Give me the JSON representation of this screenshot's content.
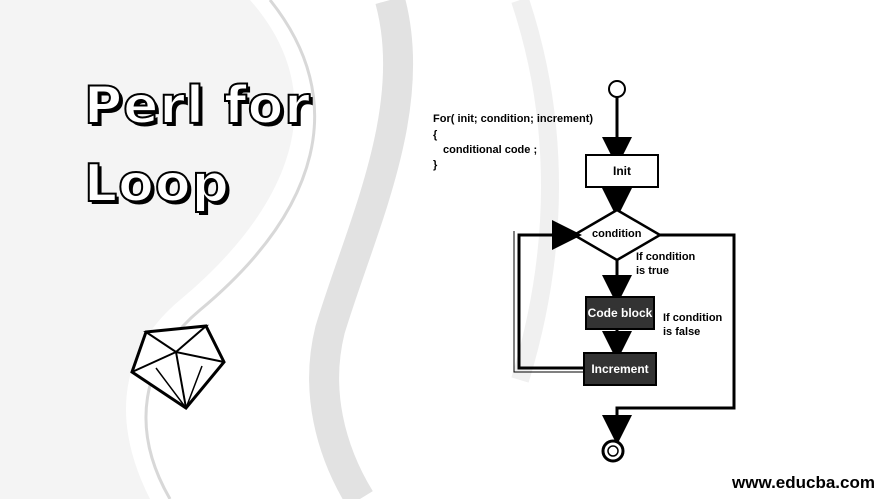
{
  "title": {
    "line1": "Perl for",
    "line2": "Loop"
  },
  "code": {
    "line1": "For( init; condition; increment)",
    "line2": "{",
    "line3": "conditional code ;",
    "line4": "}"
  },
  "flowchart": {
    "init": "Init",
    "condition": "condition",
    "code_block": "Code block",
    "increment": "Increment",
    "true_label_1": "If condition",
    "true_label_2": "is true",
    "false_label_1": "If condition",
    "false_label_2": "is false"
  },
  "footer": {
    "site": "www.educba.com"
  },
  "icon": "ruby-gem-icon"
}
